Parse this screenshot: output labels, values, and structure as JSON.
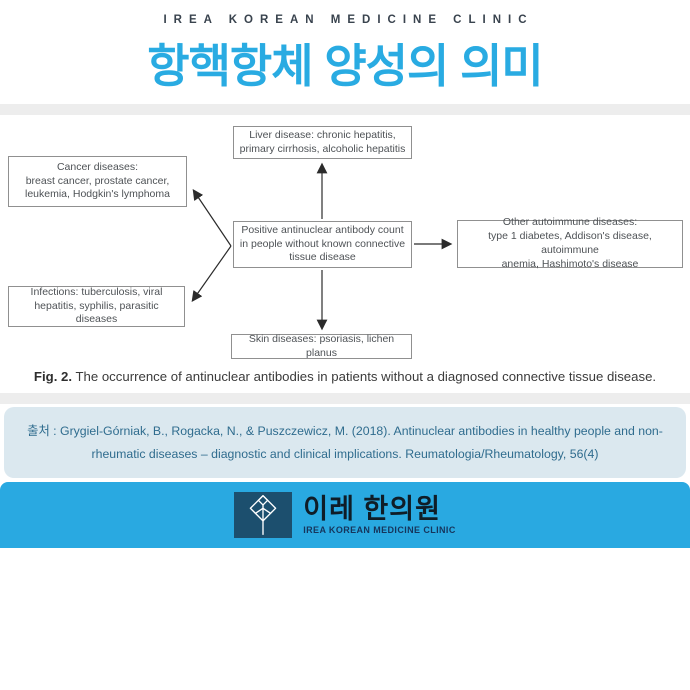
{
  "header": {
    "clinic_name": "IREA KOREAN MEDICINE CLINIC",
    "title": "항핵항체 양성의 의미"
  },
  "figure": {
    "boxes": {
      "liver": [
        "Liver disease: chronic hepatitis,",
        "primary cirrhosis, alcoholic hepatitis"
      ],
      "cancer": [
        "Cancer diseases:",
        "breast cancer, prostate cancer,",
        "leukemia, Hodgkin's lymphoma"
      ],
      "center": [
        "Positive antinuclear antibody count",
        "in people without known connective",
        "tissue disease"
      ],
      "other_autoimmune": [
        "Other autoimmune diseases:",
        "type 1 diabetes, Addison's disease, autoimmune",
        "anemia, Hashimoto's disease"
      ],
      "infections": [
        "Infections: tuberculosis, viral",
        "hepatitis, syphilis, parasitic diseases"
      ],
      "skin": [
        "Skin diseases: psoriasis, lichen planus"
      ]
    },
    "edges": [
      {
        "from": "center",
        "to": "liver",
        "direction": "up"
      },
      {
        "from": "center",
        "to": "cancer",
        "direction": "up-left"
      },
      {
        "from": "center",
        "to": "infections",
        "direction": "down-left"
      },
      {
        "from": "center",
        "to": "other_autoimmune",
        "direction": "right"
      },
      {
        "from": "center",
        "to": "skin",
        "direction": "down"
      }
    ],
    "caption_label": "Fig. 2.",
    "caption_text": " The occurrence of antinuclear antibodies in patients without a diagnosed connective tissue disease."
  },
  "citation": {
    "text": [
      "출처 : Grygiel-Górniak, B., Rogacka, N., & Puszczewicz, M. (2018). Antinuclear antibodies in healthy people and non-",
      "rheumatic diseases – diagnostic and clinical implications. Reumatologia/Rheumatology, 56(4)"
    ]
  },
  "footer": {
    "logo_korean": "이레 한의원",
    "logo_english": "IREA KOREAN MEDICINE CLINIC"
  },
  "colors": {
    "accent_blue": "#29A9E1",
    "title_blue": "#29ABE2",
    "logo_navy": "#1C4F6E",
    "citation_bg": "#DBE8EF",
    "citation_text": "#2F6C8E"
  }
}
